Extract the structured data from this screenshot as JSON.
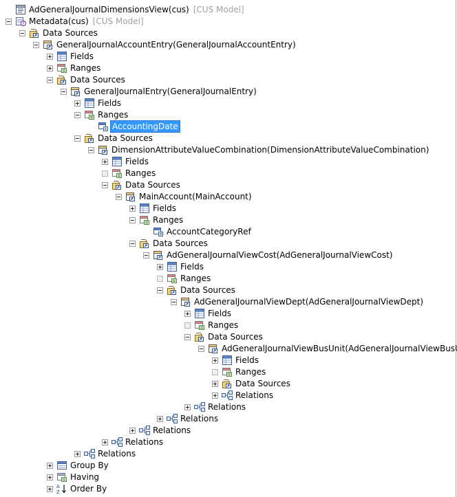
{
  "tree": {
    "nodes": [
      {
        "text": "AdGeneralJournalDimensionsView(cus)",
        "note": "[CUS Model]",
        "icon": "query-icon",
        "depth": 0,
        "toggle": "none"
      },
      {
        "text": "Metadata(cus)",
        "note": "[CUS Model]",
        "icon": "metadata-icon",
        "depth": 0,
        "toggle": "minus"
      },
      {
        "text": "Data Sources",
        "icon": "datasources-icon",
        "depth": 1,
        "toggle": "minus"
      },
      {
        "text": "GeneralJournalAccountEntry(GeneralJournalAccountEntry)",
        "icon": "datasource-icon",
        "depth": 2,
        "toggle": "minus"
      },
      {
        "text": "Fields",
        "icon": "fields-icon",
        "depth": 3,
        "toggle": "plus"
      },
      {
        "text": "Ranges",
        "icon": "ranges-icon",
        "depth": 3,
        "toggle": "plus"
      },
      {
        "text": "Data Sources",
        "icon": "datasources-icon",
        "depth": 3,
        "toggle": "minus"
      },
      {
        "text": "GeneralJournalEntry(GeneralJournalEntry)",
        "icon": "datasource-icon",
        "depth": 4,
        "toggle": "minus"
      },
      {
        "text": "Fields",
        "icon": "fields-icon",
        "depth": 5,
        "toggle": "plus"
      },
      {
        "text": "Ranges",
        "icon": "ranges-icon",
        "depth": 5,
        "toggle": "minus"
      },
      {
        "text": "AccountingDate",
        "icon": "range-item-icon",
        "depth": 6,
        "toggle": "none",
        "selected": true
      },
      {
        "text": "Data Sources",
        "icon": "datasources-icon",
        "depth": 5,
        "toggle": "minus"
      },
      {
        "text": "DimensionAttributeValueCombination(DimensionAttributeValueCombination)",
        "icon": "datasource-icon",
        "depth": 6,
        "toggle": "minus"
      },
      {
        "text": "Fields",
        "icon": "fields-icon",
        "depth": 7,
        "toggle": "plus"
      },
      {
        "text": "Ranges",
        "icon": "ranges-icon",
        "depth": 7,
        "toggle": "empty"
      },
      {
        "text": "Data Sources",
        "icon": "datasources-icon",
        "depth": 7,
        "toggle": "minus"
      },
      {
        "text": "MainAccount(MainAccount)",
        "icon": "datasource-icon",
        "depth": 8,
        "toggle": "minus"
      },
      {
        "text": "Fields",
        "icon": "fields-icon",
        "depth": 9,
        "toggle": "plus"
      },
      {
        "text": "Ranges",
        "icon": "ranges-icon",
        "depth": 9,
        "toggle": "minus"
      },
      {
        "text": "AccountCategoryRef",
        "icon": "range-item-icon",
        "depth": 10,
        "toggle": "none"
      },
      {
        "text": "Data Sources",
        "icon": "datasources-icon",
        "depth": 9,
        "toggle": "minus"
      },
      {
        "text": "AdGeneralJournalViewCost(AdGeneralJournalViewCost)",
        "icon": "datasource-icon",
        "depth": 10,
        "toggle": "minus"
      },
      {
        "text": "Fields",
        "icon": "fields-icon",
        "depth": 11,
        "toggle": "plus"
      },
      {
        "text": "Ranges",
        "icon": "ranges-icon",
        "depth": 11,
        "toggle": "empty"
      },
      {
        "text": "Data Sources",
        "icon": "datasources-icon",
        "depth": 11,
        "toggle": "minus"
      },
      {
        "text": "AdGeneralJournalViewDept(AdGeneralJournalViewDept)",
        "icon": "datasource-icon",
        "depth": 12,
        "toggle": "minus"
      },
      {
        "text": "Fields",
        "icon": "fields-icon",
        "depth": 13,
        "toggle": "plus"
      },
      {
        "text": "Ranges",
        "icon": "ranges-icon",
        "depth": 13,
        "toggle": "empty"
      },
      {
        "text": "Data Sources",
        "icon": "datasources-icon",
        "depth": 13,
        "toggle": "minus"
      },
      {
        "text": "AdGeneralJournalViewBusUnit(AdGeneralJournalViewBusUnit)",
        "icon": "datasource-icon",
        "depth": 14,
        "toggle": "minus"
      },
      {
        "text": "Fields",
        "icon": "fields-icon",
        "depth": 15,
        "toggle": "plus"
      },
      {
        "text": "Ranges",
        "icon": "ranges-icon",
        "depth": 15,
        "toggle": "empty"
      },
      {
        "text": "Data Sources",
        "icon": "datasources-icon",
        "depth": 15,
        "toggle": "plus"
      },
      {
        "text": "Relations",
        "icon": "relations-icon",
        "depth": 15,
        "toggle": "plus"
      },
      {
        "text": "Relations",
        "icon": "relations-icon",
        "depth": 13,
        "toggle": "plus"
      },
      {
        "text": "Relations",
        "icon": "relations-icon",
        "depth": 11,
        "toggle": "plus"
      },
      {
        "text": "Relations",
        "icon": "relations-icon",
        "depth": 9,
        "toggle": "plus"
      },
      {
        "text": "Relations",
        "icon": "relations-icon",
        "depth": 7,
        "toggle": "plus"
      },
      {
        "text": "Relations",
        "icon": "relations-icon",
        "depth": 5,
        "toggle": "plus"
      },
      {
        "text": "Group By",
        "icon": "groupby-icon",
        "depth": 3,
        "toggle": "plus"
      },
      {
        "text": "Having",
        "icon": "having-icon",
        "depth": 3,
        "toggle": "plus"
      },
      {
        "text": "Order By",
        "icon": "orderby-icon",
        "depth": 3,
        "toggle": "plus"
      }
    ]
  },
  "colors": {
    "selection": "#3399ff",
    "model_note": "#a0a0a0"
  }
}
